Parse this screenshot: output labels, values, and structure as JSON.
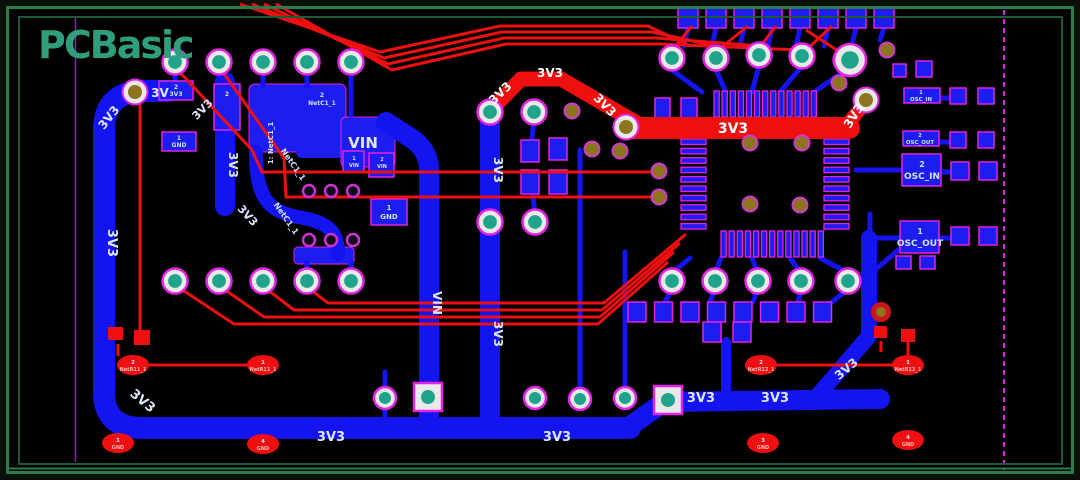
{
  "logo": {
    "brand": "PCBasic"
  },
  "colors": {
    "trace_blue": "#1414f0",
    "trace_red": "#ee1010",
    "pad_teal": "#1fa38a",
    "silk_magenta": "#e421e4",
    "frame_green": "#2e7a4c",
    "logo_teal": "#2f9e7d",
    "board_black": "#000000",
    "via_gold": "#8d7520"
  },
  "nets": {
    "v3v3": "3V3",
    "v3": "3V",
    "vin": "VIN",
    "gnd": "GND"
  },
  "components": {
    "osc_in_big": {
      "pin": "2",
      "name": "OSC_IN"
    },
    "osc_out_big": {
      "pin": "1",
      "name": "OSC_OUT"
    },
    "osc_in_small": {
      "pin": "1",
      "name": "OSC_IN"
    },
    "osc_out_small": {
      "pin": "2",
      "name": "OSC_OUT"
    },
    "netc1": {
      "pin": "2",
      "name": "NetC1_1",
      "vertical": "1: NetC1_1"
    },
    "netr11": {
      "pin_a": "2",
      "pin_b": "1",
      "name": "NetR11_1"
    },
    "netr12": {
      "pin_a": "2",
      "pin_b": "1",
      "name": "NetR12_1"
    },
    "pad_3v3": {
      "pin": "2",
      "net": "3V3"
    },
    "pad_gnd_a": {
      "pin": "1",
      "net": "GND"
    },
    "pad_gnd_b": {
      "pin": "1",
      "net": "GND"
    },
    "pad_vin_1": {
      "pin": "1",
      "net": "VIN"
    },
    "pad_vin_2": {
      "pin": "2",
      "net": "VIN"
    },
    "pad_tall": {
      "pin": "2"
    },
    "gnd_oval_1": {
      "pin": "1",
      "net": "GND"
    },
    "gnd_oval_2": {
      "pin": "4",
      "net": "GND"
    },
    "gnd_oval_3": {
      "pin": "3",
      "net": "GND"
    },
    "gnd_oval_4": {
      "pin": "4",
      "net": "GND"
    }
  }
}
